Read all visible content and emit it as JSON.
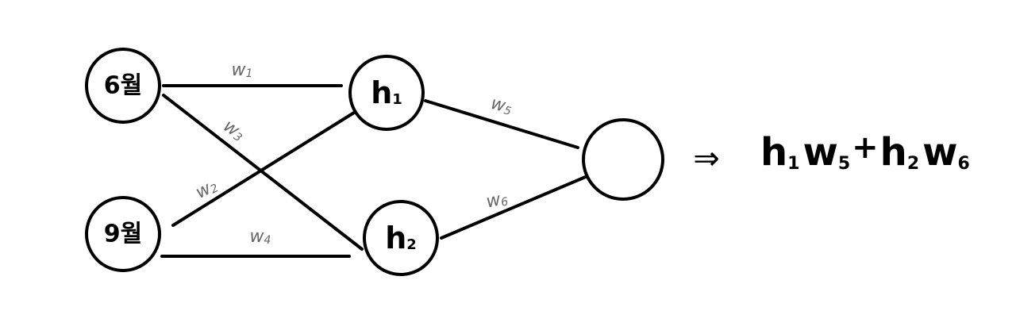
{
  "diagram": {
    "inputs": [
      {
        "id": "input-june",
        "label": "6월"
      },
      {
        "id": "input-sept",
        "label": "9월"
      }
    ],
    "hidden": [
      {
        "id": "hidden-1",
        "label": "h",
        "subscript": "1"
      },
      {
        "id": "hidden-2",
        "label": "h",
        "subscript": "2"
      }
    ],
    "output": {
      "id": "output",
      "label": ""
    },
    "weights": {
      "w1": {
        "label": "w",
        "subscript": "1"
      },
      "w2": {
        "label": "w",
        "subscript": "2"
      },
      "w3": {
        "label": "w",
        "subscript": "3"
      },
      "w4": {
        "label": "w",
        "subscript": "4"
      },
      "w5": {
        "label": "w",
        "subscript": "5"
      },
      "w6": {
        "label": "w",
        "subscript": "6"
      }
    },
    "implies_symbol": "⇒",
    "formula": {
      "term1_h": "h",
      "term1_h_sub": "1",
      "term1_w": "w",
      "term1_w_sub": "5",
      "plus": "+",
      "term2_h": "h",
      "term2_h_sub": "2",
      "term2_w": "w",
      "term2_w_sub": "6"
    }
  }
}
